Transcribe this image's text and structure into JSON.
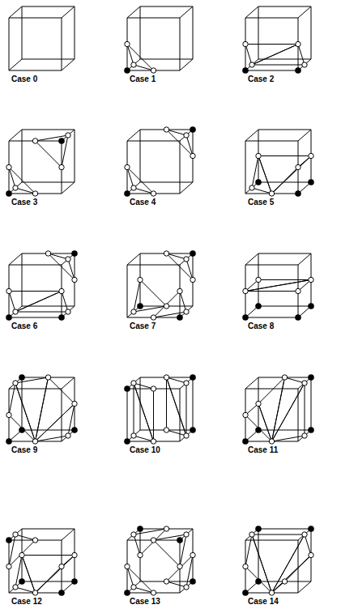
{
  "diagram": {
    "labels": [
      "Case 0",
      "Case 1",
      "Case 2",
      "Case 3",
      "Case 4",
      "Case 5",
      "Case 6",
      "Case 7",
      "Case 8",
      "Case 9",
      "Case 10",
      "Case 11",
      "Case 12",
      "Case 13",
      "Case 14"
    ]
  }
}
